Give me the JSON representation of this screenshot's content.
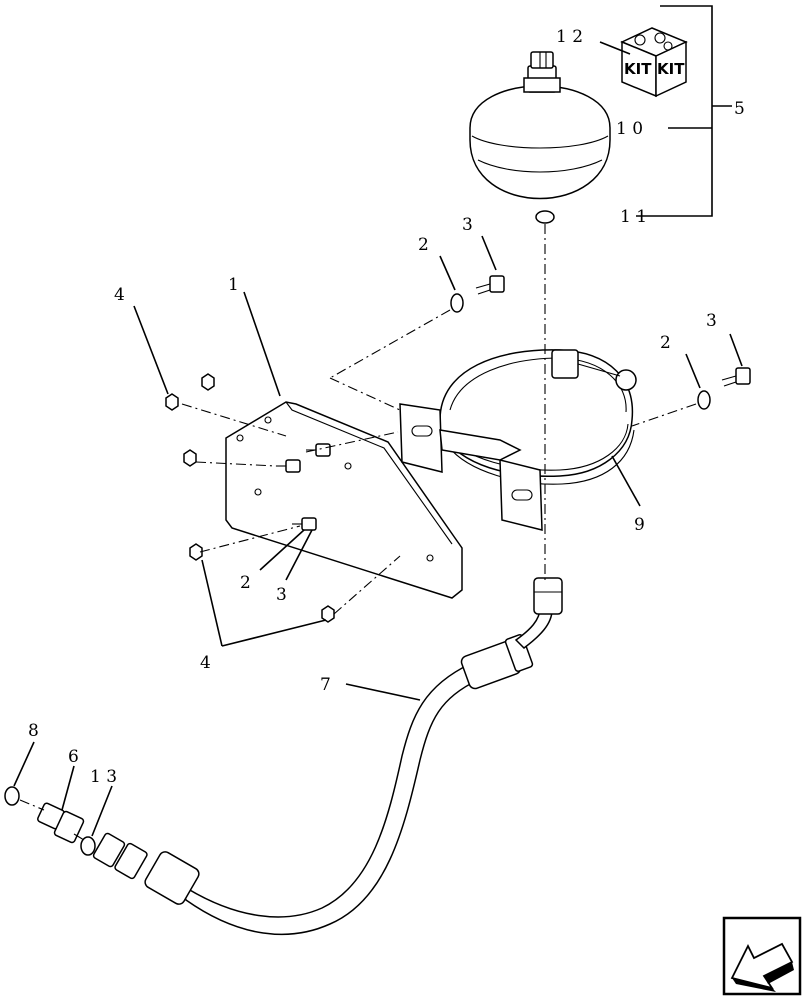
{
  "callouts": {
    "c1": "1",
    "c2a": "2",
    "c2b": "2",
    "c2c": "2",
    "c3a": "3",
    "c3b": "3",
    "c3c": "3",
    "c4a": "4",
    "c4b": "4",
    "c5": "5",
    "c6": "6",
    "c7": "7",
    "c8": "8",
    "c9": "9",
    "c10": "1 0",
    "c11": "1 1",
    "c12": "1 2",
    "c13": "1 3"
  },
  "kit_labels": {
    "left": "KIT",
    "right": "KIT"
  },
  "icons": {
    "corner": "arrow-nav-icon"
  }
}
